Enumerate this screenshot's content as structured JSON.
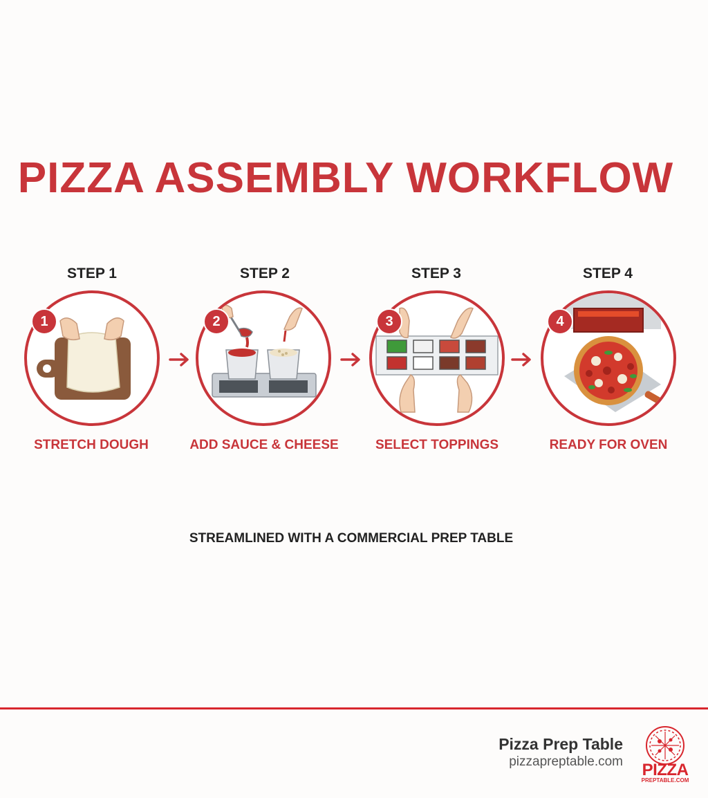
{
  "title": "PIZZA ASSEMBLY WORKFLOW",
  "steps": [
    {
      "label": "STEP 1",
      "badge": "1",
      "caption": "STRETCH DOUGH",
      "icon": "stretch-dough-icon"
    },
    {
      "label": "STEP 2",
      "badge": "2",
      "caption": "ADD SAUCE & CHEESE",
      "icon": "sauce-cheese-icon"
    },
    {
      "label": "STEP 3",
      "badge": "3",
      "caption": "SELECT TOPPINGS",
      "icon": "toppings-icon"
    },
    {
      "label": "STEP 4",
      "badge": "4",
      "caption": "READY FOR OVEN",
      "icon": "pizza-oven-icon"
    }
  ],
  "subtitle": "STREAMLINED WITH A COMMERCIAL PREP TABLE",
  "footer": {
    "brand_name": "Pizza Prep Table",
    "brand_url": "pizzapreptable.com",
    "logo_word": "PIZZA",
    "logo_sub": "PREPTABLE.COM"
  },
  "colors": {
    "accent": "#c8353a",
    "text": "#222222",
    "background": "#fdfcfb"
  }
}
